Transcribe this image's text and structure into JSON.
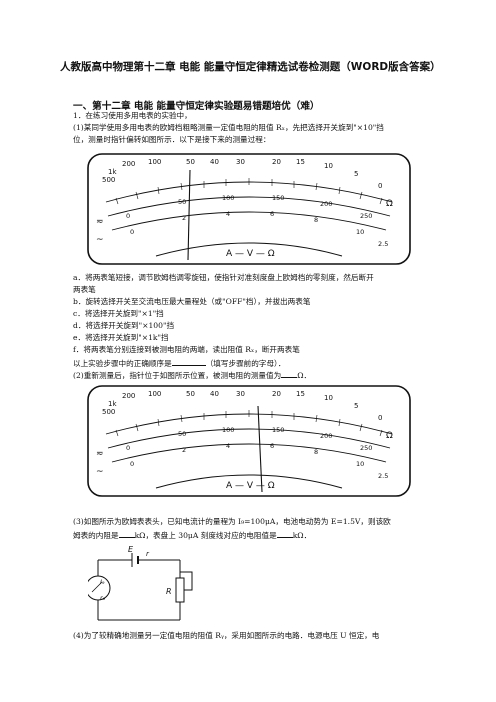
{
  "title": "人教版高中物理第十二章 电能 能量守恒定律精选试卷检测题（WORD版含答案）",
  "section": "一、第十二章 电能 能量守恒定律实验题易错题培优（难）",
  "q1": {
    "intro": "1．在练习使用多用电表的实验中，",
    "p1_line1": "(1)某同学使用多用电表的欧姆档粗略测量一定值电阻的阻值 Rₓ，先把选择开关旋到\"×10\"挡",
    "p1_line2": "位，测量时指针偏转如图所示．以下是接下来的测量过程：",
    "option_a_1": "a．将两表笔短接，调节欧姆档调零旋钮，使指针对准刻度盘上欧姆档的零刻度，然后断开",
    "option_a_2": "两表笔",
    "option_b": "b．旋转选择开关至交流电压最大量程处（或\"OFF\"档），并拔出两表笔",
    "option_c": "c．将选择开关旋到\"×1\"挡",
    "option_d": "d．将选择开关旋到\"×100\"挡",
    "option_e": "e．将选择开关旋到\"×1k\"挡",
    "option_f": "f．将两表笔分别连接到被测电阻的两端，读出阻值 Rₓ，断开两表笔",
    "order_prefix": "以上实验步骤中的正确顺序是",
    "order_suffix": "（填写步骤前的字母）．",
    "p2_prefix": "(2)重新测量后，指针位于如图所示位置，被测电阻的测量值为",
    "p2_suffix": "Ω．",
    "p3_line1": "(3)如图所示为欧姆表表头，已知电流计的量程为 I₉=100μA，电池电动势为 E=1.5V，则该欧",
    "p3_l2_a": "姆表的内阻是",
    "p3_l2_b": "kΩ，表盘上 30μA 刻度线对应的电阻值是",
    "p3_l2_c": "kΩ．",
    "p4_line1": "(4)为了较精确地测量另一定值电阻的阻值 Rᵧ，采用如图所示的电路．电源电压 U 恒定，电"
  },
  "meter": {
    "ohm_ticks": [
      "500",
      "1k",
      "200",
      "100",
      "50",
      "40",
      "30",
      "20",
      "15",
      "10",
      "5",
      "0"
    ],
    "ohm_unit": "Ω",
    "dc_ticks": [
      "0",
      "50",
      "100",
      "150",
      "200",
      "250"
    ],
    "ac_ticks": [
      "0",
      "2",
      "4",
      "6",
      "8",
      "10"
    ],
    "face_label": "A — V — Ω",
    "ac_symbol": "~",
    "dc_symbol": "≂",
    "ac_end": "2.5"
  },
  "circuit": {
    "emf_label": "E",
    "r_label": "r",
    "ig_label": "I₉",
    "rg_label": "r₉",
    "R_label": "R"
  }
}
